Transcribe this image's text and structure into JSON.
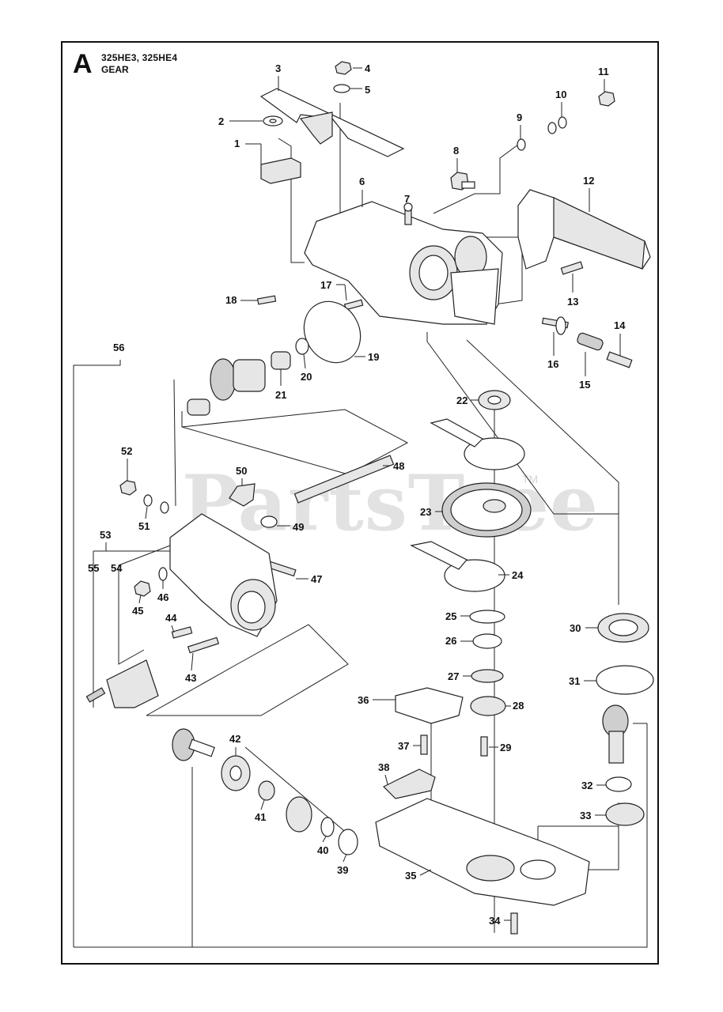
{
  "header": {
    "section_letter": "A",
    "models": "325HE3, 325HE4",
    "title": "GEAR"
  },
  "watermark": {
    "text": "PartsTree",
    "tm": "TM"
  },
  "callouts": [
    "1",
    "2",
    "3",
    "4",
    "5",
    "6",
    "7",
    "8",
    "9",
    "10",
    "11",
    "12",
    "13",
    "14",
    "15",
    "16",
    "17",
    "18",
    "19",
    "20",
    "21",
    "22",
    "23",
    "24",
    "25",
    "26",
    "27",
    "28",
    "29",
    "30",
    "31",
    "32",
    "33",
    "34",
    "35",
    "36",
    "37",
    "38",
    "39",
    "40",
    "41",
    "42",
    "43",
    "44",
    "45",
    "46",
    "47",
    "48",
    "49",
    "50",
    "51",
    "52",
    "53",
    "54",
    "55",
    "56"
  ]
}
